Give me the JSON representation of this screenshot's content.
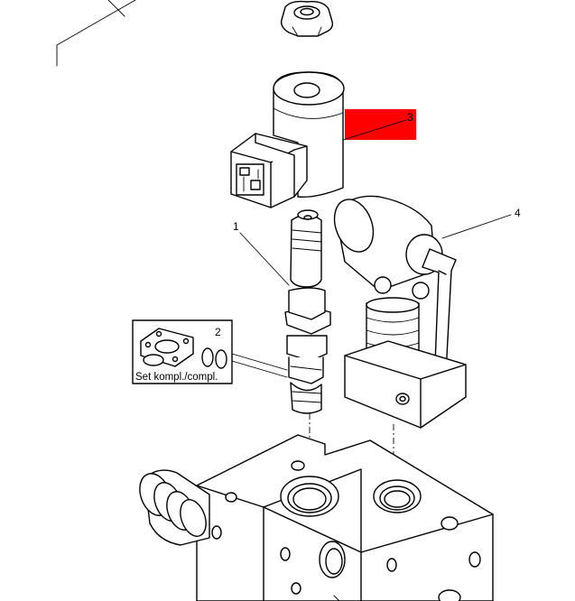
{
  "callouts": {
    "part_1": "1",
    "part_2": "2",
    "part_3": "3",
    "part_4": "4"
  },
  "kit_label": "Set kompl./compl.",
  "colors": {
    "highlight": "#ff0000",
    "line": "#000000",
    "background": "#ffffff"
  }
}
